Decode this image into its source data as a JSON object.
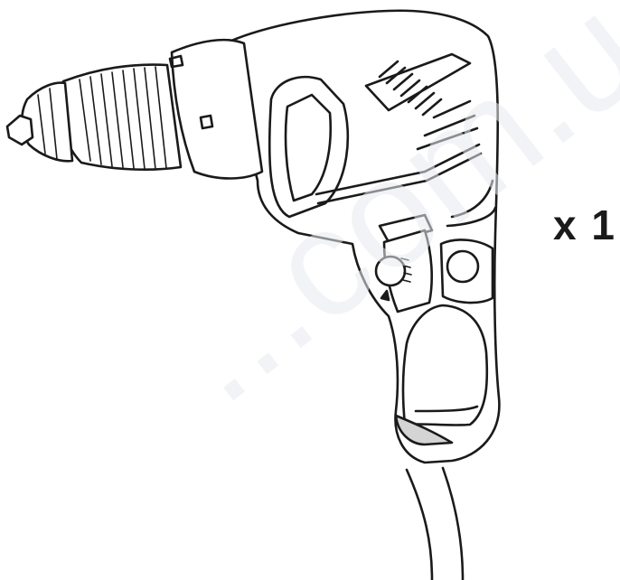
{
  "quantity_label": "x 1",
  "watermark": {
    "text": "...com.ua",
    "color": "#e9ebef"
  },
  "colors": {
    "line": "#1a1a1a",
    "body": "#ffffff",
    "shade": "#d4d4d4"
  },
  "icons": [
    "drill-illustration"
  ]
}
